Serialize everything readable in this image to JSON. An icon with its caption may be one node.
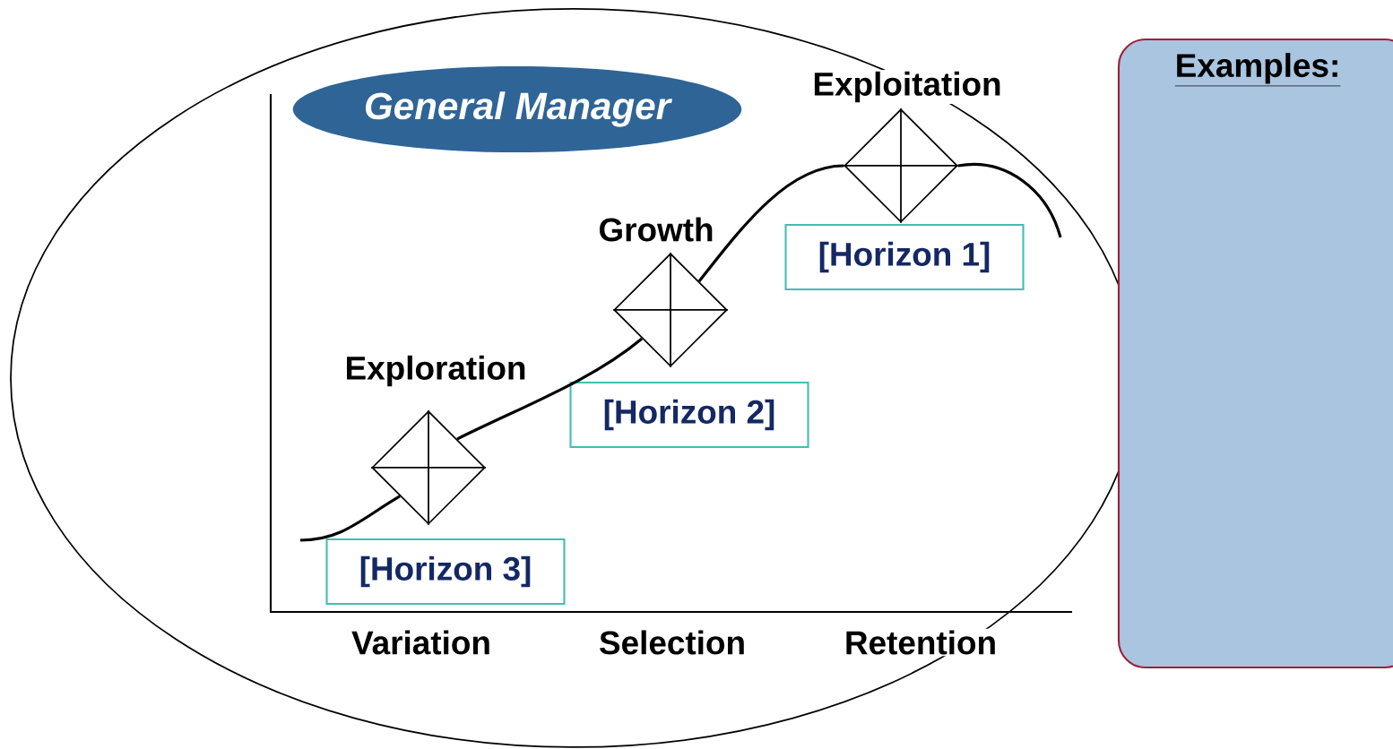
{
  "diagram": {
    "nodes": [
      {
        "text": [
          "General Manager"
        ]
      },
      {
        "text": [],
        "shape": "diamond",
        "beside": [
          "Exploration"
        ]
      },
      {
        "text": [
          "[Horizon 3]"
        ]
      },
      {
        "text": [],
        "shape": "diamond",
        "beside": [
          "Growth"
        ]
      },
      {
        "text": [
          "[Horizon 2]"
        ]
      },
      {
        "text": [],
        "shape": "diamond",
        "beside": [
          "Exploitation"
        ]
      },
      {
        "text": [
          "[Horizon 1]"
        ]
      },
      {
        "text": [
          "Examples:"
        ]
      }
    ],
    "edges": [
      {
        "from": null,
        "to": 1,
        "arrow": "none"
      },
      {
        "from": 1,
        "to": 3,
        "arrow": "none"
      },
      {
        "from": 3,
        "to": 5,
        "arrow": "none"
      },
      {
        "from": 5,
        "to": null,
        "arrow": "none"
      }
    ],
    "labels": [
      "Variation",
      "Selection",
      "Retention"
    ]
  }
}
